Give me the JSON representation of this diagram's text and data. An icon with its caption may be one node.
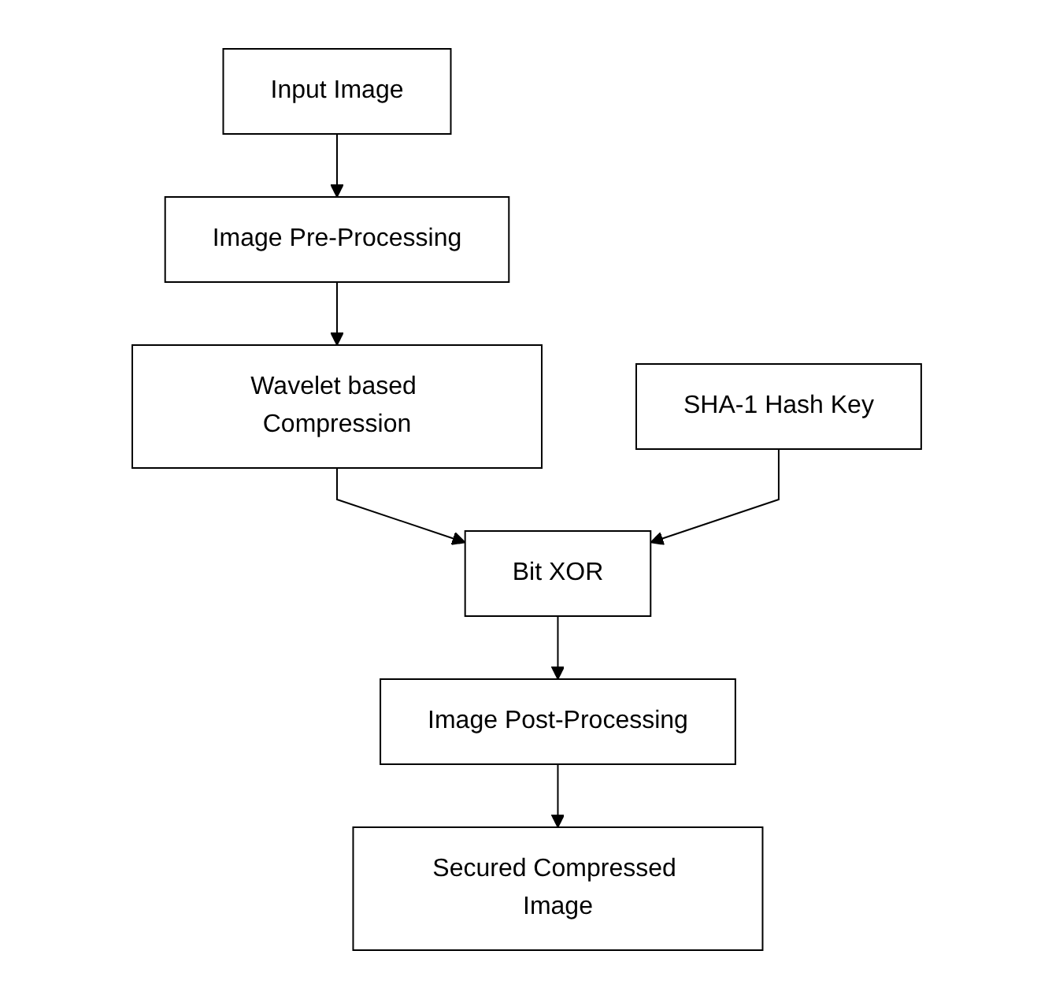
{
  "diagram": {
    "nodes": [
      {
        "text": [
          "Input Image"
        ]
      },
      {
        "text": [
          "Image Pre-Processing"
        ]
      },
      {
        "text": [
          "Wavelet based Compression"
        ]
      },
      {
        "text": [
          "SHA-1 Hash Key"
        ]
      },
      {
        "text": [
          "Bit XOR"
        ]
      },
      {
        "text": [
          "Image Post-Processing"
        ]
      },
      {
        "text": [
          "Secured Compressed Image"
        ]
      }
    ],
    "edges": [
      {
        "from": 0,
        "to": 1,
        "arrow": "to"
      },
      {
        "from": 1,
        "to": 2,
        "arrow": "to"
      },
      {
        "from": 2,
        "to": 4,
        "arrow": "to"
      },
      {
        "from": 3,
        "to": 4,
        "arrow": "to"
      },
      {
        "from": 4,
        "to": 5,
        "arrow": "to"
      },
      {
        "from": 5,
        "to": 6,
        "arrow": "to"
      }
    ]
  }
}
